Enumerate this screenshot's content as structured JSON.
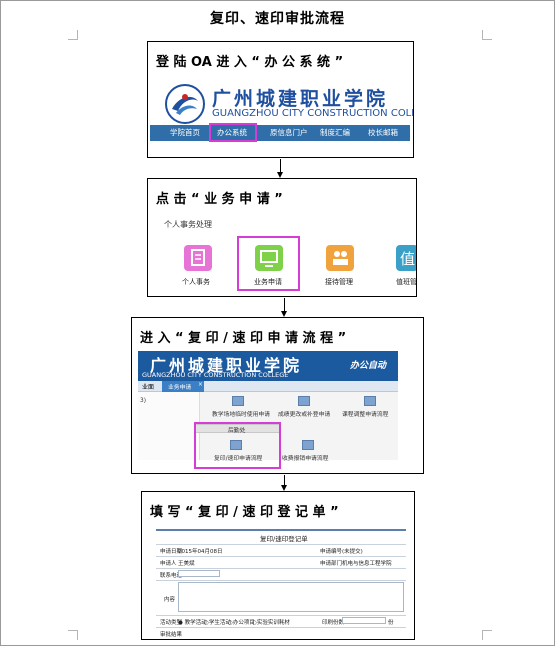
{
  "title": "复印、速印审批流程",
  "steps": [
    {
      "caption": "登 陆 OA 进 入 “ 办 公 系 统 ”",
      "site_name_cn": "广州城建职业学院",
      "site_name_en": "GUANGZHOU CITY CONSTRUCTION COLLEGE",
      "nav": [
        "学院首页",
        "办公系统",
        "原信息门户",
        "制度汇编",
        "校长邮箱"
      ]
    },
    {
      "caption": "点 击 “ 业 务 申 请 ”",
      "section": "个人事务处理",
      "tiles": [
        {
          "label": "个人事务",
          "color": "#e873d7"
        },
        {
          "label": "业务申请",
          "color": "#7fd14a"
        },
        {
          "label": "接待管理",
          "color": "#f0a33c"
        },
        {
          "label": "值班管",
          "color": "#3aa0c8"
        }
      ]
    },
    {
      "caption": "进 入 “ 复 印 / 速 印 申 请 流 程 ”",
      "site_name_cn": "广州城建职业学院",
      "site_name_en": "GUANGZHOU CITY CONSTRUCTION COLLEGE",
      "system_name": "办公自动",
      "tabs": [
        "业面",
        "业务申请"
      ],
      "side_text": "3)",
      "items_row1": [
        "教学场地临时使用申请",
        "成绩更改或补登申请",
        "课程调整申请流程"
      ],
      "group_title": "后勤处",
      "items_row2": [
        "复印/速印申请流程",
        "收费报销申请流程"
      ]
    },
    {
      "caption": "填 写 “ 复 印 / 速 印 登 记 单 ”",
      "form_title": "复印/速印登记单",
      "fields": {
        "apply_date_label": "申请日期",
        "apply_date_value": "2015年04月08日",
        "apply_no_label": "申请编号",
        "apply_no_value": "(未提交)",
        "applicant_label": "申请人",
        "applicant_value": "王美斌",
        "dept_label": "申请部门",
        "dept_value": "机电与信息工程学院",
        "phone_label": "联系电话",
        "content_label": "内容",
        "type_label": "活动类型",
        "type_options": [
          "教学活动",
          "学生活动",
          "办公项目",
          "实验实训耗材"
        ],
        "pages_label": "印刷份数",
        "pages_unit": "份",
        "review_label": "审批结果"
      }
    }
  ]
}
